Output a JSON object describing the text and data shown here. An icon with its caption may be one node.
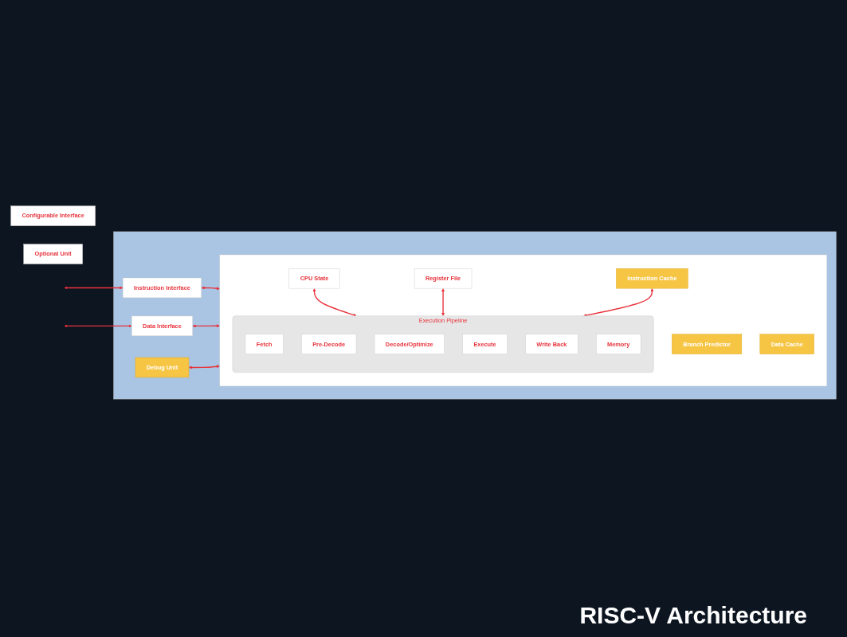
{
  "diagram": {
    "title": "RISC-V Architecture",
    "nodes": [
      {
        "text": [],
        "shape": "box"
      },
      {
        "text": [
          "Instruction Interface"
        ],
        "in": 0
      },
      {
        "text": [
          "Data Interface"
        ],
        "in": 0
      },
      {
        "text": [
          "Debug Unit"
        ],
        "in": 0
      },
      {
        "text": [],
        "shape": "box",
        "in": 0
      },
      {
        "text": [
          "Branch Predictor"
        ],
        "in": 4
      },
      {
        "text": [
          "Data Cache"
        ],
        "in": 4
      },
      {
        "text": [
          "CPU State"
        ],
        "in": 4
      },
      {
        "text": [
          "Register File"
        ],
        "in": 4
      },
      {
        "text": [
          "Instruction Cache"
        ],
        "in": 4
      },
      {
        "text": [
          "Execution Pipeline"
        ],
        "in": 4
      },
      {
        "text": [
          "Fetch"
        ],
        "in": 10
      },
      {
        "text": [
          "Pre-Decode"
        ],
        "in": 10
      },
      {
        "text": [
          "Decode/Optimize"
        ],
        "in": 10
      },
      {
        "text": [
          "Execute"
        ],
        "in": 10
      },
      {
        "text": [
          "Write Back"
        ],
        "in": 10
      },
      {
        "text": [
          "Memory"
        ],
        "in": 10
      },
      {
        "text": [
          "Configurable Interface"
        ]
      },
      {
        "text": [
          "Optional Unit"
        ]
      }
    ],
    "edges": [
      {
        "from": null,
        "to": 1,
        "arrow": "both"
      },
      {
        "from": 1,
        "to": 4,
        "arrow": "both"
      },
      {
        "from": null,
        "to": 2,
        "arrow": "both"
      },
      {
        "from": 2,
        "to": 4,
        "arrow": "both"
      },
      {
        "from": 3,
        "to": 4,
        "arrow": "both"
      },
      {
        "from": 7,
        "to": 10,
        "arrow": "both"
      },
      {
        "from": 8,
        "to": 10,
        "arrow": "both"
      },
      {
        "from": 9,
        "to": 10,
        "arrow": "both"
      }
    ]
  }
}
